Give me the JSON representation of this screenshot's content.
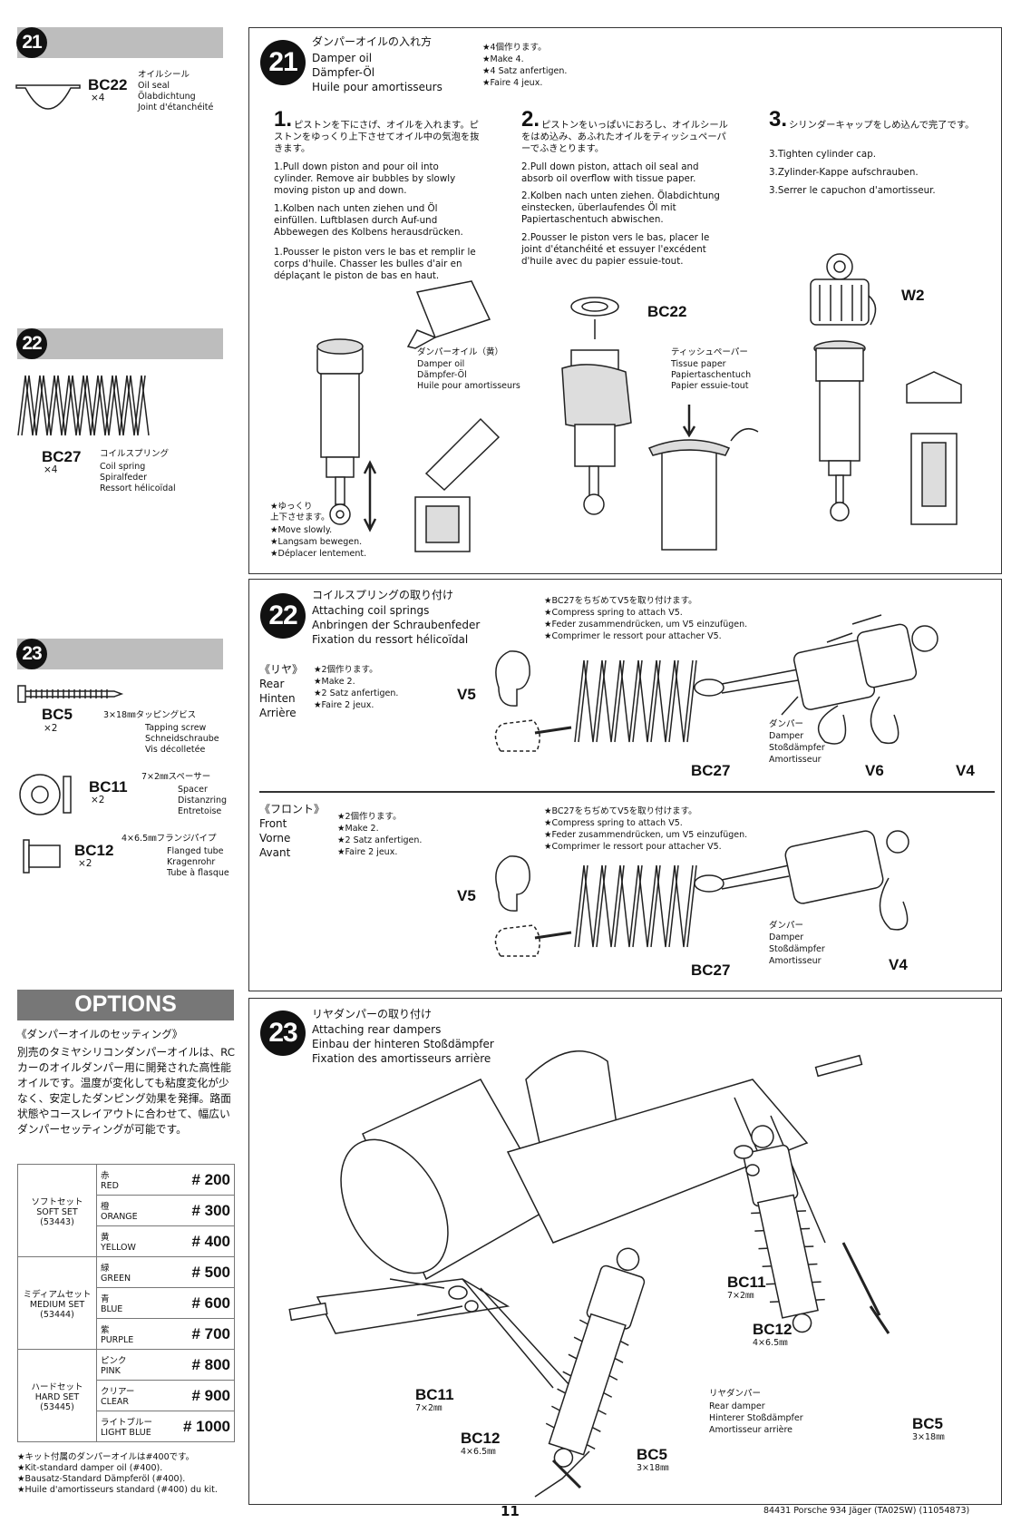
{
  "sidebar": {
    "s21": {
      "num": "21",
      "code": "BC22",
      "qty": "×4",
      "names": [
        "オイルシール",
        "Oil seal",
        "Ölabdichtung",
        "Joint d'étanchéité"
      ]
    },
    "s22": {
      "num": "22",
      "code": "BC27",
      "qty": "×4",
      "names": [
        "コイルスプリング",
        "Coil spring",
        "Spiralfeder",
        "Ressort hélicoïdal"
      ]
    },
    "s23": {
      "num": "23",
      "p1": {
        "code": "BC5",
        "qty": "×2",
        "names": [
          "3×18㎜タッピングビス",
          "Tapping screw",
          "Schneidschraube",
          "Vis décolletée"
        ]
      },
      "p2": {
        "code": "BC11",
        "qty": "×2",
        "names": [
          "7×2㎜スペーサー",
          "Spacer",
          "Distanzring",
          "Entretoise"
        ]
      },
      "p3": {
        "code": "BC12",
        "qty": "×2",
        "names": [
          "4×6.5㎜フランジパイプ",
          "Flanged tube",
          "Kragenrohr",
          "Tube à flasque"
        ]
      }
    },
    "options": {
      "title": "OPTIONS",
      "subtitle": "《ダンパーオイルのセッティング》",
      "text": "別売のタミヤシリコンダンパーオイルは、RCカーのオイルダンパー用に開発された高性能オイルです。温度が変化しても粘度変化が少なく、安定したダンピング効果を発揮。路面状態やコースレイアウトに合わせて、幅広いダンパーセッティングが可能です。",
      "groups": [
        {
          "name": [
            "ソフトセット",
            "SOFT SET",
            "(53443)"
          ],
          "rows": [
            {
              "color": [
                "赤",
                "RED"
              ],
              "no": "# 200"
            },
            {
              "color": [
                "橙",
                "ORANGE"
              ],
              "no": "# 300"
            },
            {
              "color": [
                "黄",
                "YELLOW"
              ],
              "no": "# 400"
            }
          ]
        },
        {
          "name": [
            "ミディアムセット",
            "MEDIUM SET",
            "(53444)"
          ],
          "rows": [
            {
              "color": [
                "緑",
                "GREEN"
              ],
              "no": "# 500"
            },
            {
              "color": [
                "青",
                "BLUE"
              ],
              "no": "# 600"
            },
            {
              "color": [
                "紫",
                "PURPLE"
              ],
              "no": "# 700"
            }
          ]
        },
        {
          "name": [
            "ハードセット",
            "HARD SET",
            "(53445)"
          ],
          "rows": [
            {
              "color": [
                "ピンク",
                "PINK"
              ],
              "no": "# 800"
            },
            {
              "color": [
                "クリアー",
                "CLEAR"
              ],
              "no": "# 900"
            },
            {
              "color": [
                "ライトブルー",
                "LIGHT BLUE"
              ],
              "no": "# 1000"
            }
          ]
        }
      ],
      "notes": [
        "★キット付属のダンパーオイルは#400です。",
        "★Kit-standard damper oil (#400).",
        "★Bausatz-Standard Dämpferöl (#400).",
        "★Huile d'amortisseurs standard (#400) du kit."
      ]
    }
  },
  "step21": {
    "num": "21",
    "title": [
      "ダンパーオイルの入れ方",
      "Damper oil",
      "Dämpfer-Öl",
      "Huile pour amortisseurs"
    ],
    "make": [
      "★4個作ります。",
      "★Make 4.",
      "★4 Satz anfertigen.",
      "★Faire 4 jeux."
    ],
    "s1": {
      "num": "1.",
      "ja": "ピストンを下にさげ、オイルを入れます。ピストンをゆっくり上下させてオイル中の気泡を抜きます。",
      "en": "1.Pull down piston and pour oil into cylinder. Remove air bubbles by slowly moving piston up and down.",
      "de": "1.Kolben nach unten ziehen und Öl einfüllen. Luftblasen durch Auf-und Abbewegen des Kolbens herausdrücken.",
      "fr": "1.Pousser le piston vers le bas et remplir le corps d'huile. Chasser les bulles d'air en déplaçant le piston de bas en haut."
    },
    "s2": {
      "num": "2.",
      "ja": "ピストンをいっぱいにおろし、オイルシールをはめ込み、あふれたオイルをティッシュペーパーでふきとります。",
      "en": "2.Pull down piston, attach oil seal and absorb oil overflow with tissue paper.",
      "de": "2.Kolben nach unten ziehen. Ölabdichtung einstecken, überlaufendes Öl mit Papiertaschentuch abwischen.",
      "fr": "2.Pousser le piston vers le bas, placer le joint d'étanchéité et essuyer l'excédent d'huile avec du papier essuie-tout."
    },
    "s3": {
      "num": "3.",
      "ja": "シリンダーキャップをしめ込んで完了です。",
      "en": "3.Tighten cylinder cap.",
      "de": "3.Zylinder-Kappe aufschrauben.",
      "fr": "3.Serrer le capuchon d'amortisseur."
    },
    "oil_label": [
      "ダンパーオイル（黄）",
      "Damper oil",
      "Dämpfer-Öl",
      "Huile pour amortisseurs"
    ],
    "bc22": "BC22",
    "tissue_label": [
      "ティッシュペーパー",
      "Tissue paper",
      "Papiertaschentuch",
      "Papier essuie-tout"
    ],
    "w2": "W2",
    "slow_label": [
      "★ゆっくり",
      "上下させます。",
      "★Move slowly.",
      "★Langsam bewegen.",
      "★Déplacer lentement."
    ]
  },
  "step22": {
    "num": "22",
    "title": [
      "コイルスプリングの取り付け",
      "Attaching coil springs",
      "Anbringen der Schraubenfeder",
      "Fixation du ressort hélicoïdal"
    ],
    "rear": {
      "label": [
        "《リヤ》",
        "Rear",
        "Hinten",
        "Arrière"
      ],
      "make": [
        "★2個作ります。",
        "★Make 2.",
        "★2 Satz anfertigen.",
        "★Faire 2 jeux."
      ]
    },
    "front": {
      "label": [
        "《フロント》",
        "Front",
        "Vorne",
        "Avant"
      ],
      "make": [
        "★2個作ります。",
        "★Make 2.",
        "★2 Satz anfertigen.",
        "★Faire 2 jeux."
      ]
    },
    "compress": [
      "★BC27をちぢめてV5を取り付けます。",
      "★Compress spring to attach V5.",
      "★Feder zusammendrücken, um V5 einzufügen.",
      "★Comprimer le ressort pour attacher V5."
    ],
    "damper": [
      "ダンパー",
      "Damper",
      "Stoßdämpfer",
      "Amortisseur"
    ],
    "labels": {
      "v5": "V5",
      "v6": "V6",
      "v4": "V4",
      "bc27": "BC27"
    }
  },
  "step23": {
    "num": "23",
    "title": [
      "リヤダンパーの取り付け",
      "Attaching rear dampers",
      "Einbau der hinteren Stoßdämpfer",
      "Fixation des amortisseurs arrière"
    ],
    "rear_damper": [
      "リヤダンパー",
      "Rear damper",
      "Hinterer Stoßdämpfer",
      "Amortisseur arrière"
    ],
    "parts": {
      "bc11": "BC11",
      "bc11_size": "7×2㎜",
      "bc12": "BC12",
      "bc12_size": "4×6.5㎜",
      "bc5": "BC5",
      "bc5_size": "3×18㎜"
    }
  },
  "footer": {
    "page": "11",
    "code": "84431 Porsche 934 Jäger (TA02SW) (11054873)"
  }
}
